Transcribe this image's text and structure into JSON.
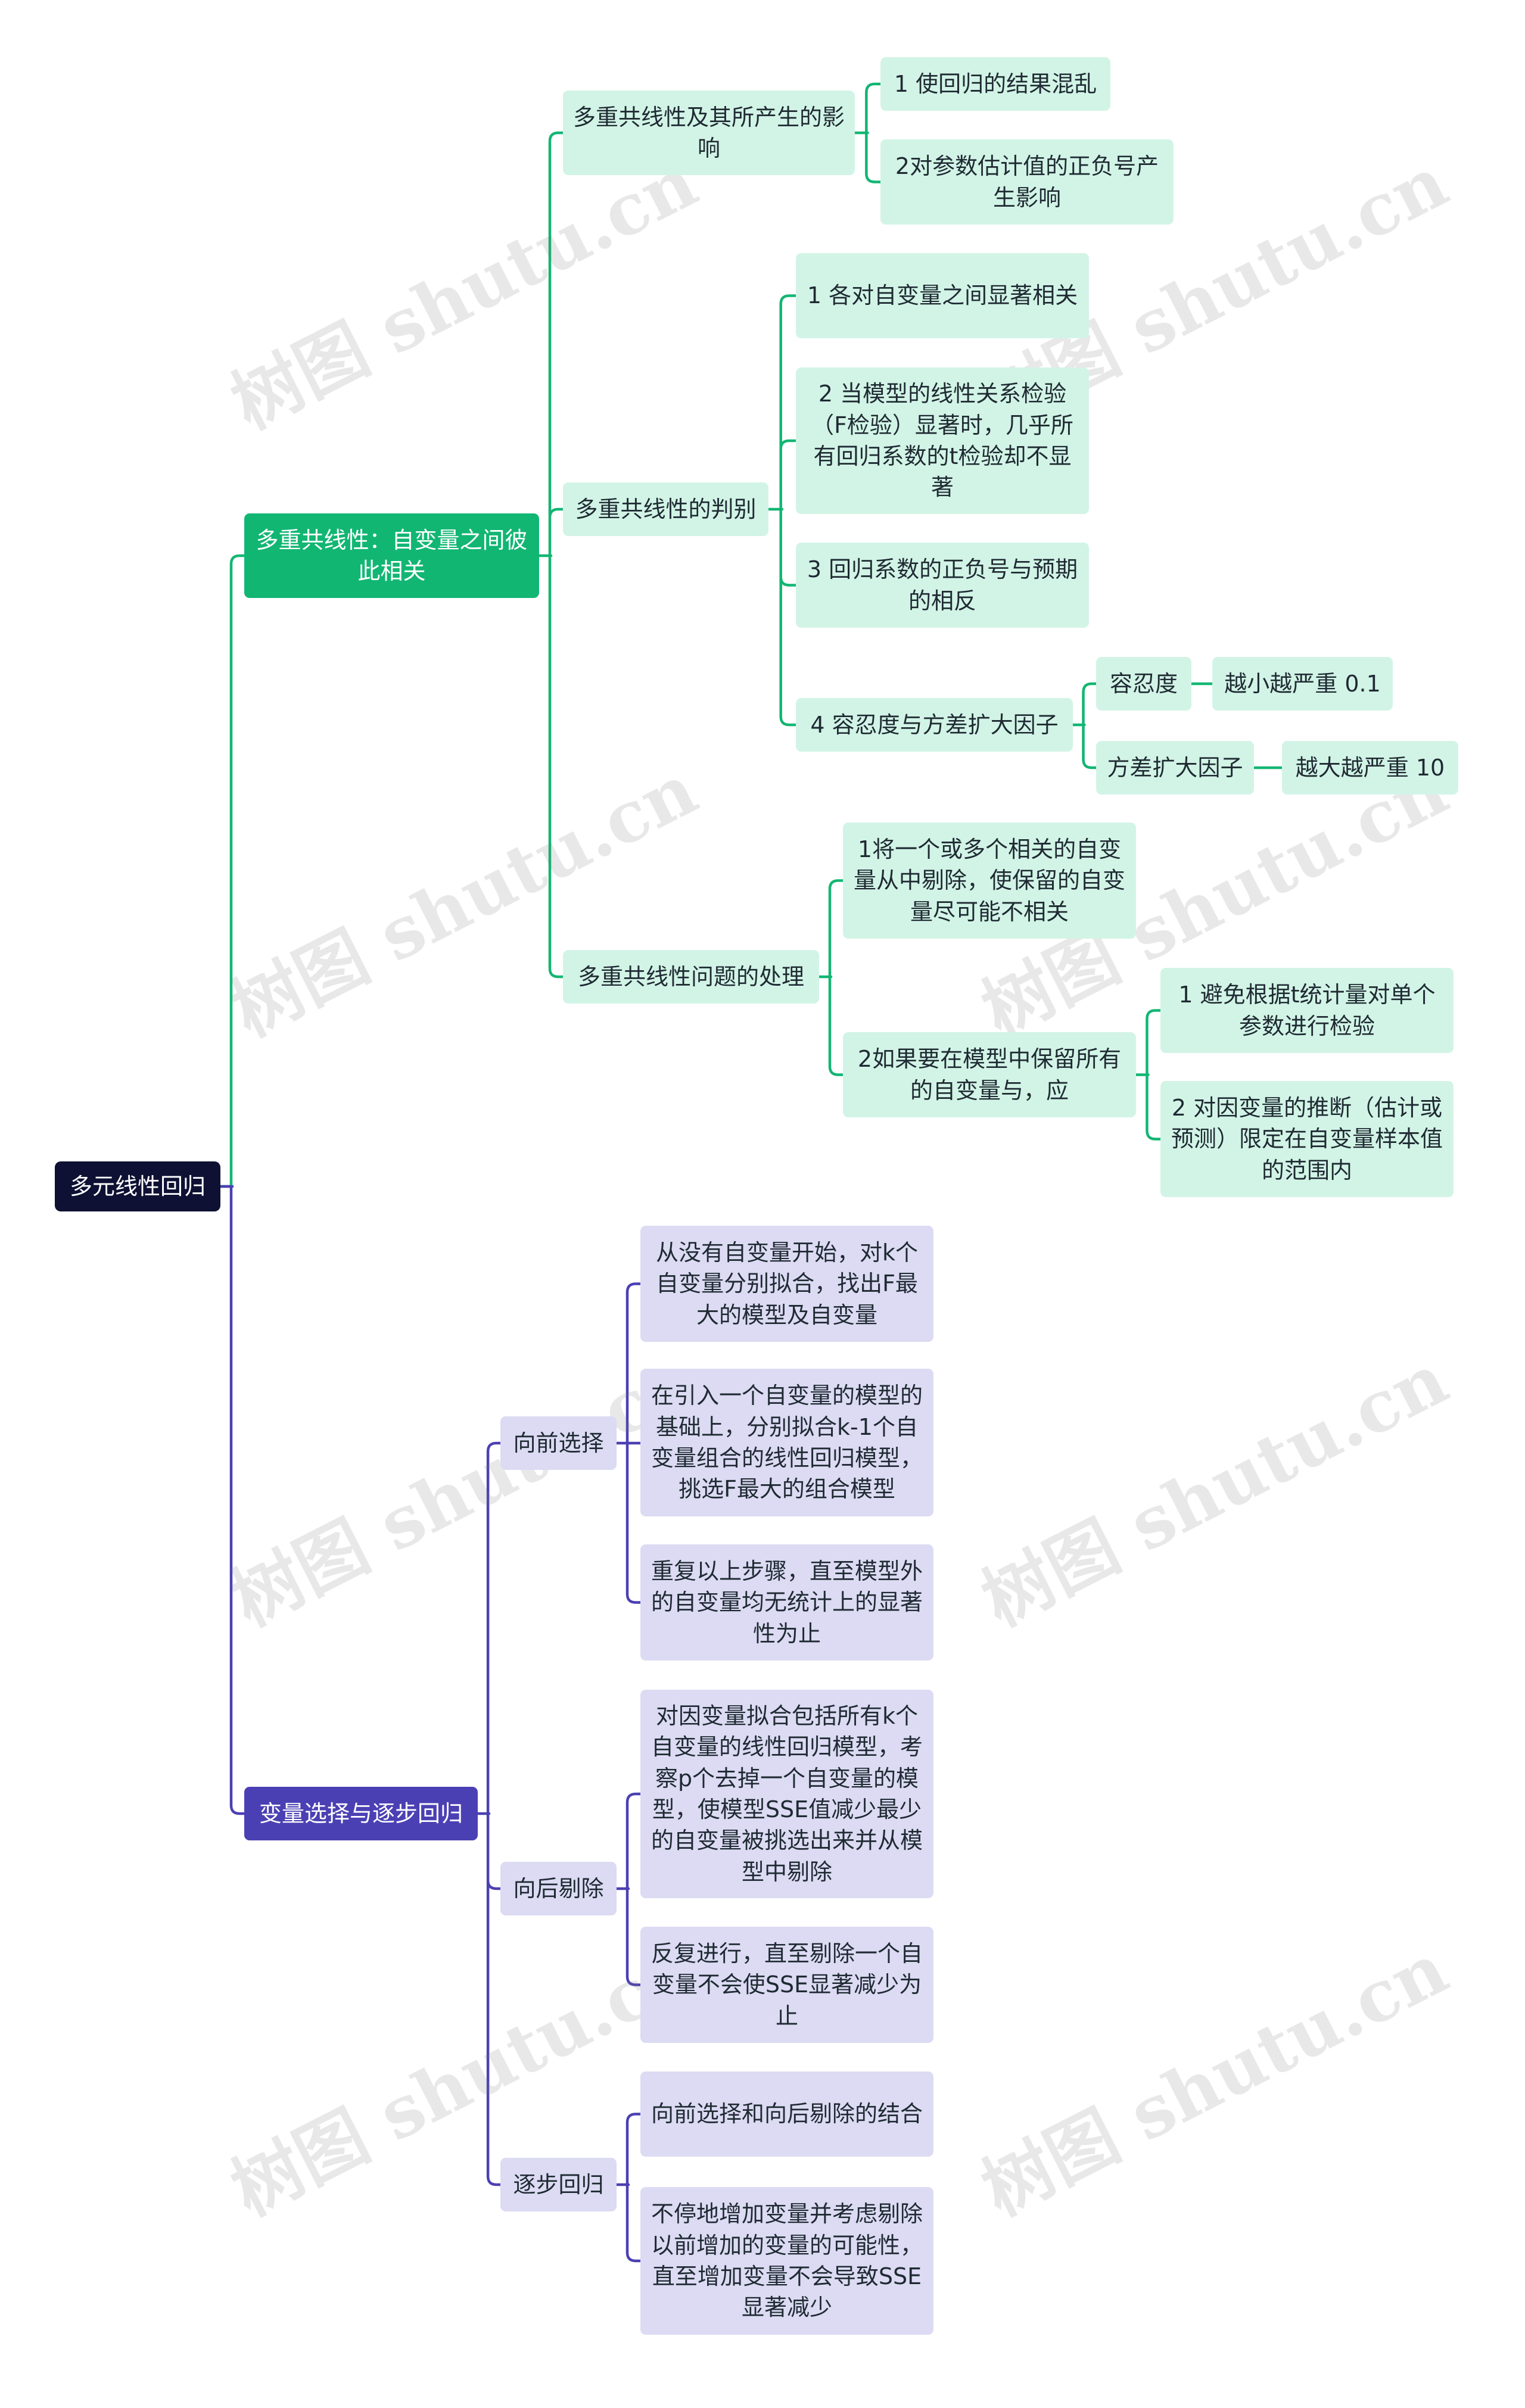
{
  "watermark": "树图 shutu.cn",
  "colors": {
    "root": "#0e1133",
    "branch_green": "#12b673",
    "branch_purple": "#4b40b3",
    "leaf_green": "#d2f4e6",
    "leaf_purple": "#dcdbf3"
  },
  "mindmap": {
    "root": "多元线性回归",
    "multicollinearity": {
      "title": "多重共线性：自变量之间彼此相关",
      "effects": {
        "title": "多重共线性及其所产生的影响",
        "items": [
          "1 使回归的结果混乱",
          "2对参数估计值的正负号产生影响"
        ]
      },
      "detection": {
        "title": "多重共线性的判别",
        "items": [
          "1 各对自变量之间显著相关",
          "2 当模型的线性关系检验（F检验）显著时，几乎所有回归系数的t检验却不显著",
          "3 回归系数的正负号与预期的相反",
          "4 容忍度与方差扩大因子"
        ],
        "tolerance": {
          "label": "容忍度",
          "note": "越小越严重 0.1"
        },
        "vif": {
          "label": "方差扩大因子",
          "note": "越大越严重 10"
        }
      },
      "handling": {
        "title": "多重共线性问题的处理",
        "remove": "1将一个或多个相关的自变量从中剔除，使保留的自变量尽可能不相关",
        "keep": "2如果要在模型中保留所有的自变量与，应",
        "keep_items": [
          "1 避免根据t统计量对单个参数进行检验",
          "2 对因变量的推断（估计或预测）限定在自变量样本值的范围内"
        ]
      }
    },
    "stepwise": {
      "title": "变量选择与逐步回归",
      "forward": {
        "title": "向前选择",
        "items": [
          "从没有自变量开始，对k个自变量分别拟合，找出F最大的模型及自变量",
          "在引入一个自变量的模型的基础上，分别拟合k-1个自变量组合的线性回归模型，挑选F最大的组合模型",
          "重复以上步骤，直至模型外的自变量均无统计上的显著性为止"
        ]
      },
      "backward": {
        "title": "向后剔除",
        "items": [
          "对因变量拟合包括所有k个自变量的线性回归模型，考察p个去掉一个自变量的模型，使模型SSE值减少最少的自变量被挑选出来并从模型中剔除",
          "反复进行，直至剔除一个自变量不会使SSE显著减少为止"
        ]
      },
      "stepwise_reg": {
        "title": "逐步回归",
        "items": [
          "向前选择和向后剔除的结合",
          "不停地增加变量并考虑剔除以前增加的变量的可能性，直至增加变量不会导致SSE显著减少"
        ]
      }
    }
  }
}
